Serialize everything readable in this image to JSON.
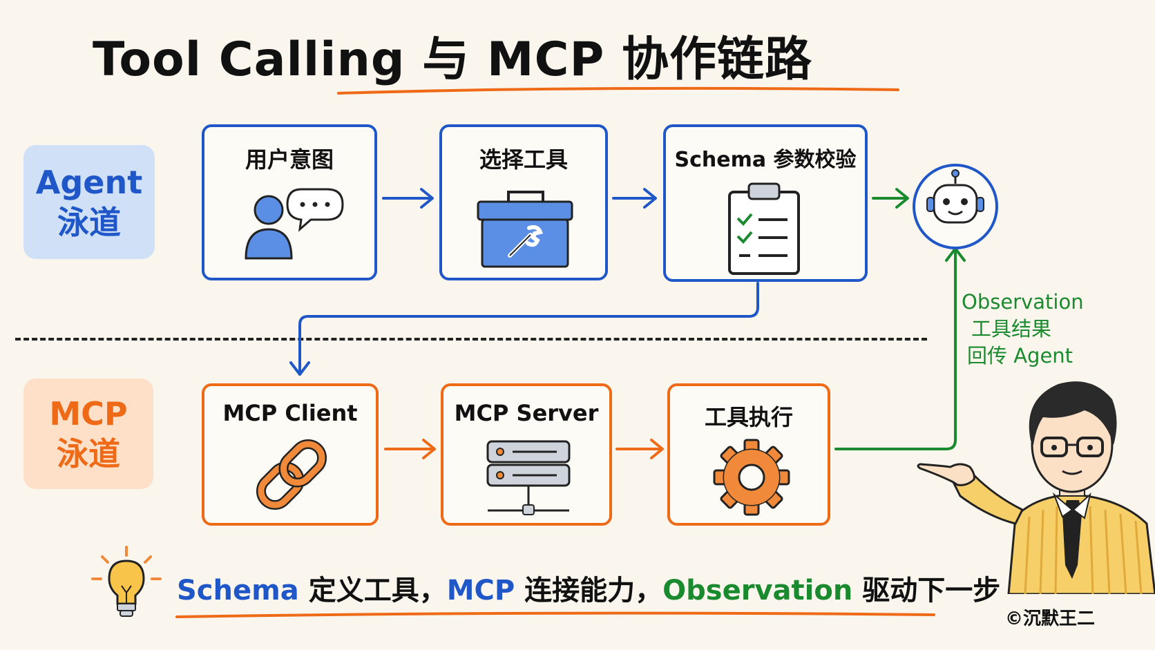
{
  "title": "Tool Calling 与 MCP 协作链路",
  "lanes": {
    "agent": {
      "line1": "Agent",
      "line2": "泳道"
    },
    "mcp": {
      "line1": "MCP",
      "line2": "泳道"
    }
  },
  "agent_steps": [
    {
      "label": "用户意图",
      "icon": "user-chat-icon"
    },
    {
      "label": "选择工具",
      "icon": "toolbox-icon"
    },
    {
      "label": "Schema 参数校验",
      "icon": "clipboard-checklist-icon"
    }
  ],
  "agent_node": {
    "icon": "robot-icon"
  },
  "mcp_steps": [
    {
      "label": "MCP Client",
      "icon": "chain-link-icon"
    },
    {
      "label": "MCP Server",
      "icon": "server-icon"
    },
    {
      "label": "工具执行",
      "icon": "gear-icon"
    }
  ],
  "observation": {
    "line1": "Observation",
    "line2": "工具结果",
    "line3": "回传 Agent"
  },
  "summary": {
    "part1": "Schema",
    "part2": " 定义工具，",
    "part3": "MCP",
    "part4": " 连接能力，",
    "part5": "Observation",
    "part6": " 驱动下一步"
  },
  "credit": "©沉默王二",
  "colors": {
    "agent_blue": "#1f57c8",
    "mcp_orange": "#ee6a17",
    "observation_green": "#1a8a2e"
  }
}
